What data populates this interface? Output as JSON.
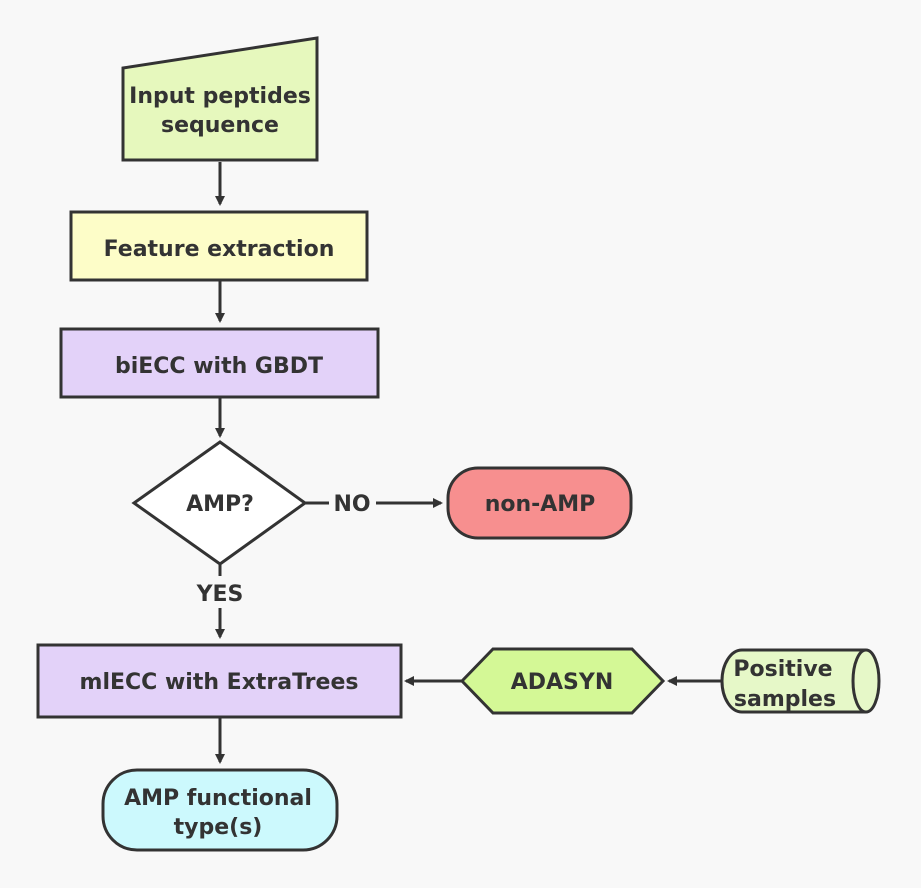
{
  "nodes": {
    "input": {
      "line1": "Input peptides",
      "line2": "sequence"
    },
    "feature": {
      "label": "Feature extraction"
    },
    "biecc": {
      "label": "biECC with GBDT"
    },
    "decision": {
      "label": "AMP?"
    },
    "nonamp": {
      "label": "non-AMP"
    },
    "mlecc": {
      "label": "mlECC with ExtraTrees"
    },
    "adasyn": {
      "label": "ADASYN"
    },
    "positive": {
      "line1": "Positive",
      "line2": "samples"
    },
    "output": {
      "line1": "AMP functional",
      "line2": "type(s)"
    }
  },
  "edges": {
    "no_label": "NO",
    "yes_label": "YES"
  },
  "colors": {
    "input": "#e6f8bd",
    "feature": "#fdfdc8",
    "process": "#e3d2f9",
    "decision": "#ffffff",
    "nonamp": "#f78f8f",
    "adasyn": "#d4f896",
    "positive": "#e6f8c8",
    "output": "#ccf9fd",
    "stroke": "#333333"
  }
}
